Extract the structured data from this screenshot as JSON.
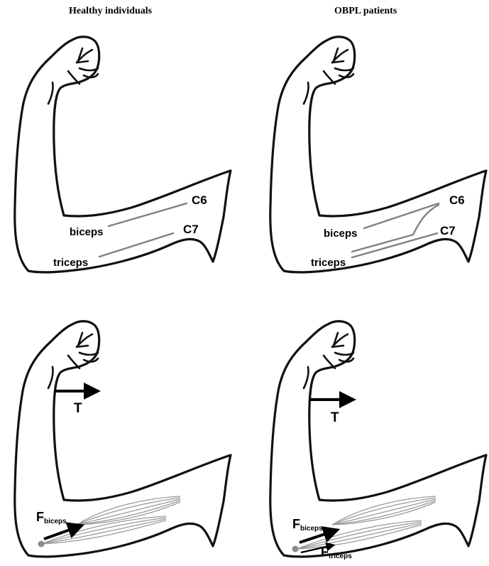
{
  "titles": {
    "left": "Healthy individuals",
    "right": "OBPL patients"
  },
  "panels": {
    "top_left": {
      "c6": "C6",
      "c7": "C7",
      "biceps": "biceps",
      "triceps": "triceps"
    },
    "top_right": {
      "c6": "C6",
      "c7": "C7",
      "biceps": "biceps",
      "triceps": "triceps"
    },
    "bottom_left": {
      "torque": "T",
      "f_main": "F",
      "f_biceps_sub": "biceps"
    },
    "bottom_right": {
      "torque": "T",
      "f_main": "F",
      "f_biceps_sub": "biceps",
      "f_main2": "F",
      "f_triceps_sub": "triceps"
    }
  },
  "colors": {
    "outline": "#111111",
    "nerve": "#808080",
    "muscle": "#9a9a9a",
    "arrow": "#000000",
    "origin_dot": "#8c8c8c"
  }
}
